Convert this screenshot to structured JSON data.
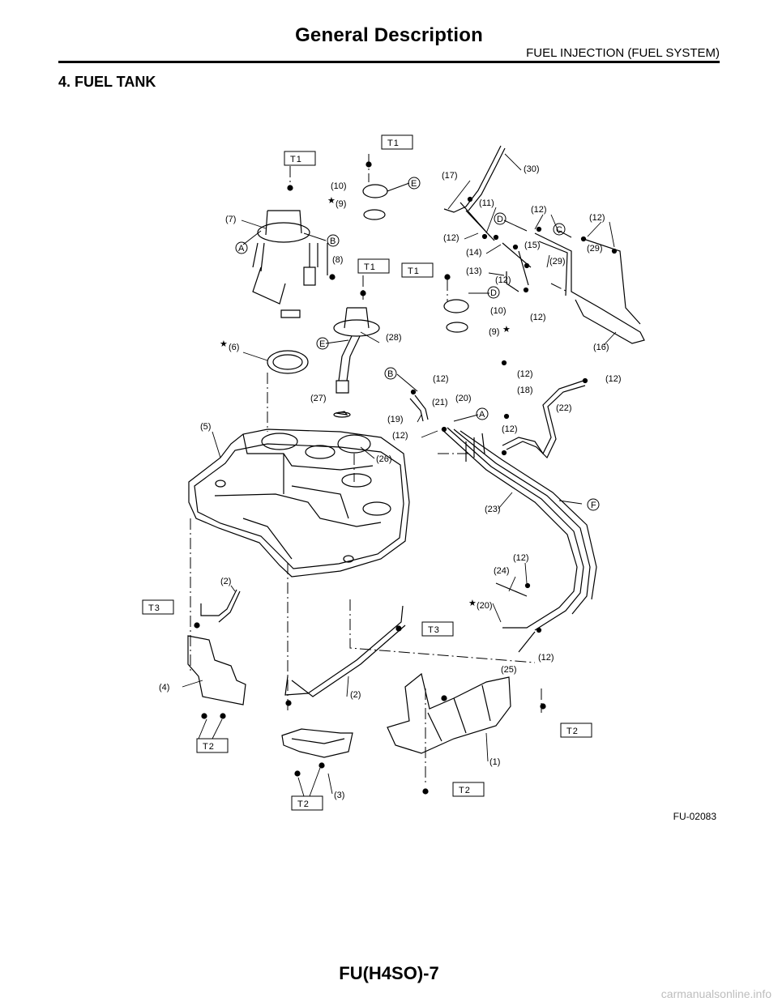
{
  "header": {
    "title": "General Description",
    "section": "FUEL INJECTION (FUEL SYSTEM)"
  },
  "section_title": "4.  FUEL TANK",
  "figure": {
    "id": "FU-02083",
    "torque_labels": [
      "T1",
      "T2",
      "T3"
    ],
    "parts": [
      "(1)",
      "(2)",
      "(3)",
      "(4)",
      "(5)",
      "(6)",
      "(7)",
      "(8)",
      "(9)",
      "(10)",
      "(11)",
      "(12)",
      "(13)",
      "(14)",
      "(15)",
      "(16)",
      "(17)",
      "(18)",
      "(19)",
      "(20)",
      "(21)",
      "(22)",
      "(23)",
      "(24)",
      "(25)",
      "(26)",
      "(27)",
      "(28)",
      "(29)",
      "(30)"
    ],
    "connectors": [
      "A",
      "B",
      "C",
      "D",
      "E",
      "F"
    ],
    "star": "★"
  },
  "footer": {
    "page": "FU(H4SO)-7"
  },
  "watermark": "carmanualsonline.info"
}
